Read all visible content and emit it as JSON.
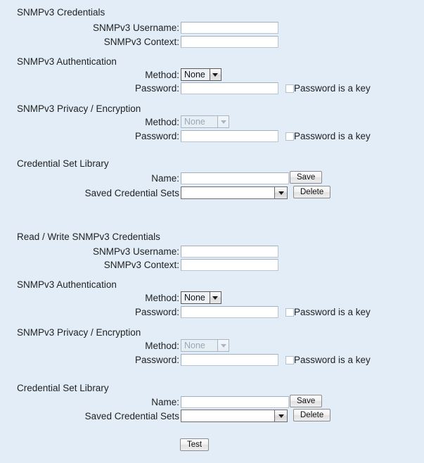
{
  "page": {
    "background_color": "#e2edf7",
    "text_color": "#1a1a1a"
  },
  "read_section": {
    "credentials_heading": "SNMPv3 Credentials",
    "username_label": "SNMPv3 Username:",
    "username_value": "",
    "context_label": "SNMPv3 Context:",
    "context_value": "",
    "auth_heading": "SNMPv3 Authentication",
    "auth_method_label": "Method:",
    "auth_method_value": "None",
    "auth_password_label": "Password:",
    "auth_password_value": "",
    "auth_key_checkbox_label": "Password is a key",
    "auth_key_checked": false,
    "privacy_heading": "SNMPv3 Privacy / Encryption",
    "privacy_method_label": "Method:",
    "privacy_method_value": "None",
    "privacy_method_disabled": true,
    "privacy_password_label": "Password:",
    "privacy_password_value": "",
    "privacy_key_checkbox_label": "Password is a key",
    "privacy_key_checked": false,
    "library_heading": "Credential Set Library",
    "name_label": "Name:",
    "name_value": "",
    "save_label": "Save",
    "saved_sets_label": "Saved Credential Sets",
    "saved_sets_value": "",
    "delete_label": "Delete"
  },
  "write_section": {
    "credentials_heading": "Read / Write SNMPv3 Credentials",
    "username_label": "SNMPv3 Username:",
    "username_value": "",
    "context_label": "SNMPv3 Context:",
    "context_value": "",
    "auth_heading": "SNMPv3 Authentication",
    "auth_method_label": "Method:",
    "auth_method_value": "None",
    "auth_password_label": "Password:",
    "auth_password_value": "",
    "auth_key_checkbox_label": "Password is a key",
    "auth_key_checked": false,
    "privacy_heading": "SNMPv3 Privacy / Encryption",
    "privacy_method_label": "Method:",
    "privacy_method_value": "None",
    "privacy_method_disabled": true,
    "privacy_password_label": "Password:",
    "privacy_password_value": "",
    "privacy_key_checkbox_label": "Password is a key",
    "privacy_key_checked": false,
    "library_heading": "Credential Set Library",
    "name_label": "Name:",
    "name_value": "",
    "save_label": "Save",
    "saved_sets_label": "Saved Credential Sets",
    "saved_sets_value": "",
    "delete_label": "Delete"
  },
  "footer": {
    "test_label": "Test"
  }
}
